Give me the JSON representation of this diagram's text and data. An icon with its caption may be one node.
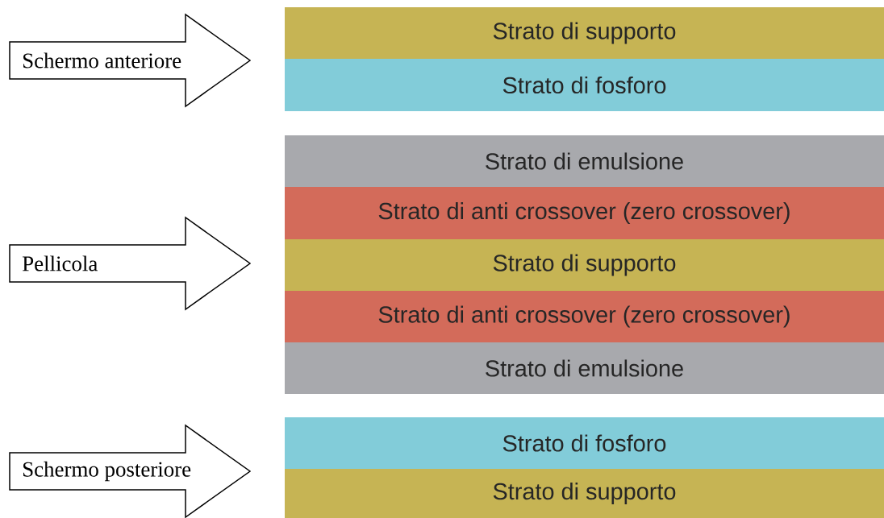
{
  "diagram": {
    "nodes": [
      {
        "text": [
          "Schermo anteriore"
        ]
      },
      {
        "text": [
          "Strato di supporto"
        ]
      },
      {
        "text": [
          "Strato di fosforo"
        ]
      },
      {
        "text": [
          "Pellicola"
        ]
      },
      {
        "text": [
          "Strato di emulsione"
        ]
      },
      {
        "text": [
          "Strato di anti crossover (zero crossover)"
        ]
      },
      {
        "text": [
          "Strato di supporto"
        ]
      },
      {
        "text": [
          "Strato di anti crossover (zero crossover)"
        ]
      },
      {
        "text": [
          "Strato di emulsione"
        ]
      },
      {
        "text": [
          "Schermo posteriore"
        ]
      },
      {
        "text": [
          "Strato di fosforo"
        ]
      },
      {
        "text": [
          "Strato di supporto"
        ]
      }
    ]
  }
}
